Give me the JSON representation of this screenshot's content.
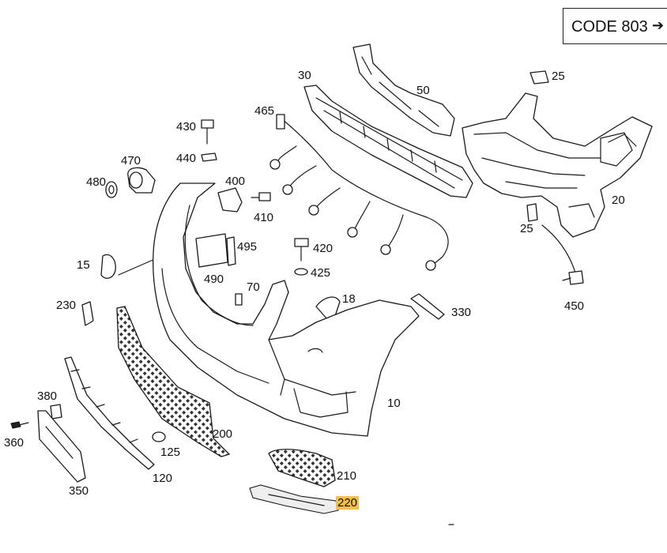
{
  "code_box": {
    "text": "CODE 803",
    "arrow": "➔"
  },
  "labels": {
    "l30": "30",
    "l50": "50",
    "l25a": "25",
    "l465": "465",
    "l430": "430",
    "l440": "440",
    "l470": "470",
    "l480": "480",
    "l400": "400",
    "l410": "410",
    "l20": "20",
    "l25b": "25",
    "l495": "495",
    "l420": "420",
    "l490": "490",
    "l425": "425",
    "l15": "15",
    "l70": "70",
    "l18": "18",
    "l450": "450",
    "l230": "230",
    "l330": "330",
    "l10": "10",
    "l380": "380",
    "l360": "360",
    "l200": "200",
    "l125": "125",
    "l210": "210",
    "l120": "120",
    "l350": "350",
    "l220": "220"
  },
  "highlight_color": "#f6c044"
}
